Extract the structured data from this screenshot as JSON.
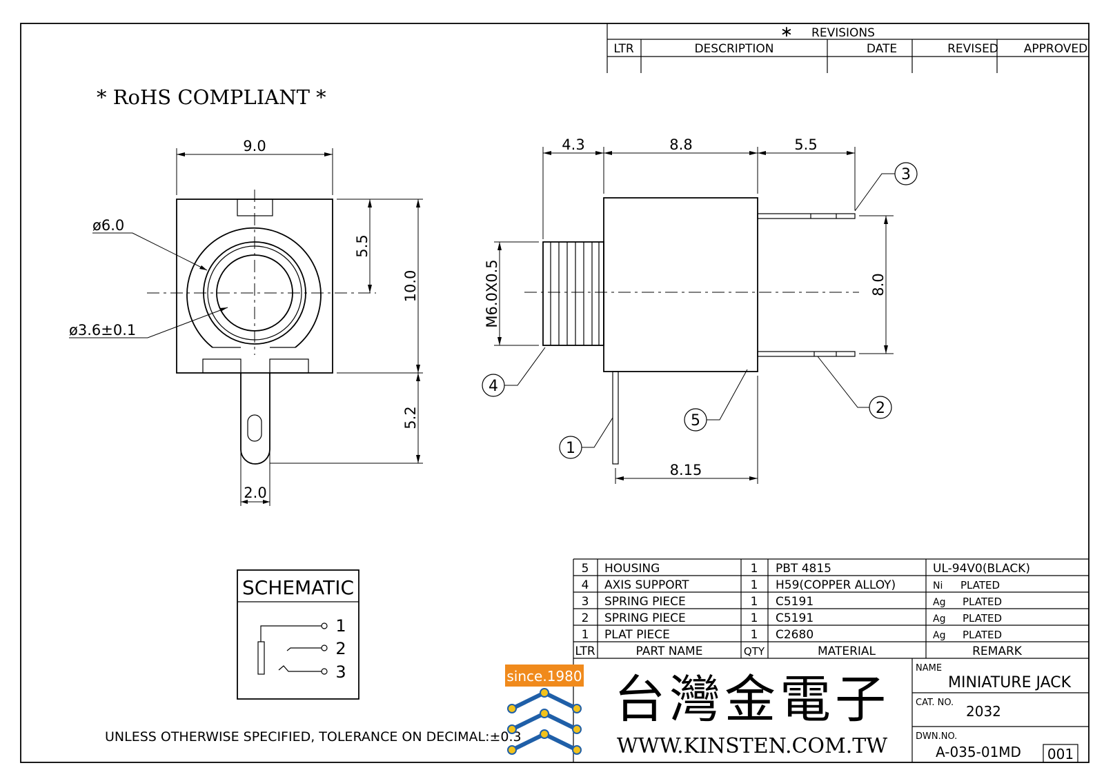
{
  "revisions": {
    "title": "REVISIONS",
    "mark": "∗",
    "columns": [
      "LTR",
      "DESCRIPTION",
      "DATE",
      "REVISED",
      "APPROVED"
    ]
  },
  "rohs": "* RoHS COMPLIANT *",
  "front_view": {
    "width": "9.0",
    "dia_outer": "ø6.0",
    "dia_inner": "ø3.6±0.1",
    "center_height": "5.5",
    "body_height": "10.0",
    "pin_length": "5.2",
    "pin_width": "2.0"
  },
  "side_view": {
    "thread_length": "4.3",
    "body_length": "8.8",
    "pin_projection": "5.5",
    "pin_spacing": "8.0",
    "thread_spec": "M6.0X0.5",
    "base_length": "8.15",
    "callouts": [
      "1",
      "2",
      "3",
      "4",
      "5"
    ]
  },
  "schematic": {
    "title": "SCHEMATIC",
    "pins": [
      "1",
      "2",
      "3"
    ]
  },
  "tolerance_note": "UNLESS OTHERWISE SPECIFIED, TOLERANCE ON DECIMAL:±0.3",
  "bom": {
    "rows": [
      {
        "ltr": "5",
        "part": "HOUSING",
        "qty": "1",
        "material": "PBT 4815",
        "remark_code": "",
        "remark": "UL-94V0(BLACK)"
      },
      {
        "ltr": "4",
        "part": "AXIS SUPPORT",
        "qty": "1",
        "material": "H59(COPPER ALLOY)",
        "remark_code": "Ni",
        "remark": "PLATED"
      },
      {
        "ltr": "3",
        "part": "SPRING PIECE",
        "qty": "1",
        "material": "C5191",
        "remark_code": "Ag",
        "remark": "PLATED"
      },
      {
        "ltr": "2",
        "part": "SPRING PIECE",
        "qty": "1",
        "material": "C5191",
        "remark_code": "Ag",
        "remark": "PLATED"
      },
      {
        "ltr": "1",
        "part": "PLAT PIECE",
        "qty": "1",
        "material": "C2680",
        "remark_code": "Ag",
        "remark": "PLATED"
      }
    ],
    "header": {
      "ltr": "LTR",
      "part": "PART NAME",
      "qty": "QTY",
      "material": "MATERIAL",
      "remark": "REMARK"
    }
  },
  "title_block": {
    "logo_since": "since.1980",
    "company_chinese": "台灣金電子",
    "website": "WWW.KINSTEN.COM.TW",
    "name_label": "NAME",
    "name": "MINIATURE JACK",
    "cat_label": "CAT. NO.",
    "cat_no": "2032",
    "dwn_label": "DWN.NO.",
    "dwn_no": "A-035-01MD",
    "sheet": "001"
  },
  "colors": {
    "logo_orange": "#f08a1c",
    "logo_blue": "#1f5fa8",
    "logo_yellow": "#f2c21b"
  }
}
